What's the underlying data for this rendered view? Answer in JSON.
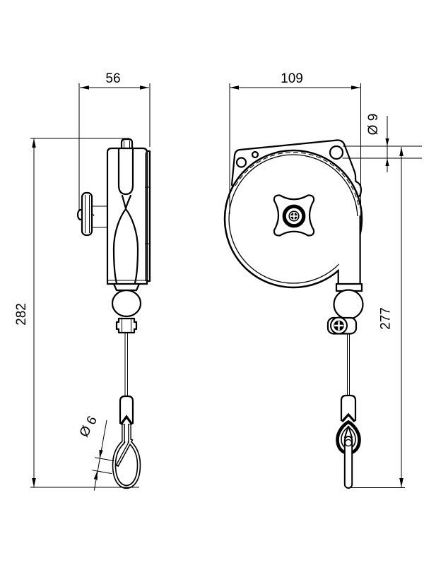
{
  "drawing": {
    "dimensions": {
      "side_width_mm": "56",
      "front_width_mm": "109",
      "mount_hole_diameter": "Ø 9",
      "side_height_mm": "282",
      "front_height_mm": "277",
      "carabiner_wire_diameter": "Ø 6"
    },
    "colors": {
      "line": "#000000",
      "background": "#ffffff"
    }
  }
}
